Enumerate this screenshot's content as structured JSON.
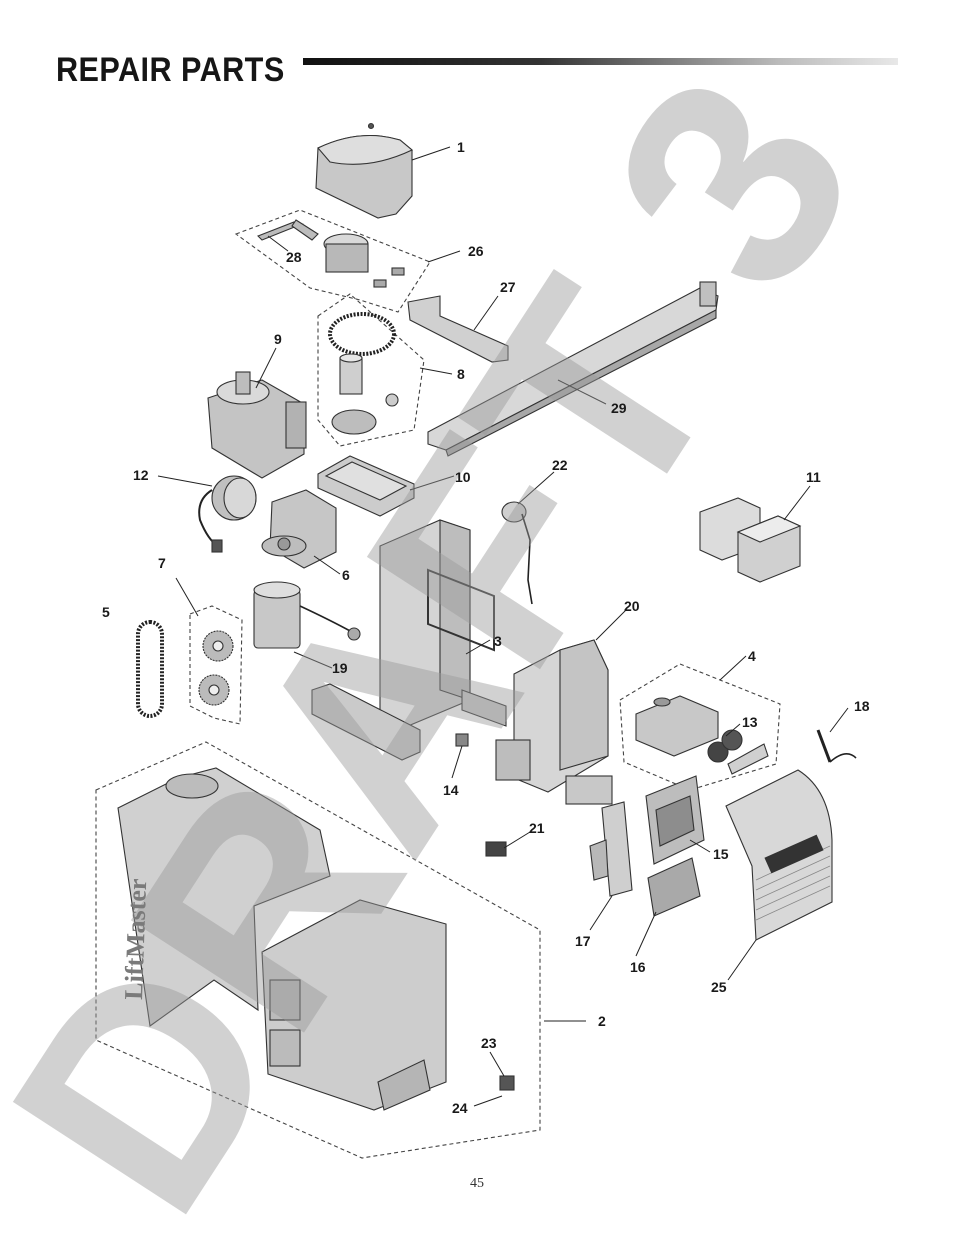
{
  "page": {
    "title": "REPAIR PARTS",
    "page_number": "45"
  },
  "watermark": {
    "text": "DRAFT 3"
  },
  "brand_text": "LiftMaster",
  "parts": [
    {
      "id": "1"
    },
    {
      "id": "2"
    },
    {
      "id": "3"
    },
    {
      "id": "4"
    },
    {
      "id": "5"
    },
    {
      "id": "6"
    },
    {
      "id": "7"
    },
    {
      "id": "8"
    },
    {
      "id": "9"
    },
    {
      "id": "10"
    },
    {
      "id": "11"
    },
    {
      "id": "12"
    },
    {
      "id": "13"
    },
    {
      "id": "14"
    },
    {
      "id": "15"
    },
    {
      "id": "16"
    },
    {
      "id": "17"
    },
    {
      "id": "18"
    },
    {
      "id": "19"
    },
    {
      "id": "20"
    },
    {
      "id": "21"
    },
    {
      "id": "22"
    },
    {
      "id": "23"
    },
    {
      "id": "24"
    },
    {
      "id": "25"
    },
    {
      "id": "26"
    },
    {
      "id": "27"
    },
    {
      "id": "28"
    },
    {
      "id": "29"
    }
  ]
}
